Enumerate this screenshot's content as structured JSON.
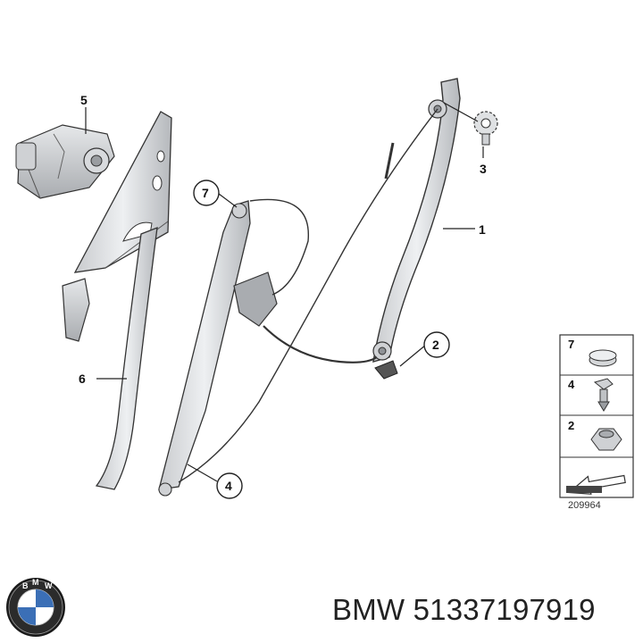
{
  "diagram": {
    "id_number": "209964",
    "callouts": [
      {
        "key": "callout-1",
        "label": "1"
      },
      {
        "key": "callout-2",
        "label": "2"
      },
      {
        "key": "callout-3",
        "label": "3"
      },
      {
        "key": "callout-4",
        "label": "4"
      },
      {
        "key": "callout-5",
        "label": "5"
      },
      {
        "key": "callout-6",
        "label": "6"
      },
      {
        "key": "callout-7",
        "label": "7"
      }
    ],
    "legend": [
      {
        "label": "7",
        "part": "cap-icon"
      },
      {
        "label": "4",
        "part": "clip-icon"
      },
      {
        "label": "2",
        "part": "nut-icon"
      },
      {
        "label": "",
        "part": "arrow-direction-icon"
      }
    ]
  },
  "footer": {
    "brand": "BMW",
    "part_number": "51337197919"
  },
  "colors": {
    "line": "#333333",
    "part_fill": "#d9dadc",
    "part_shade": "#b8babd",
    "logo_blue": "#3b6fb6"
  }
}
